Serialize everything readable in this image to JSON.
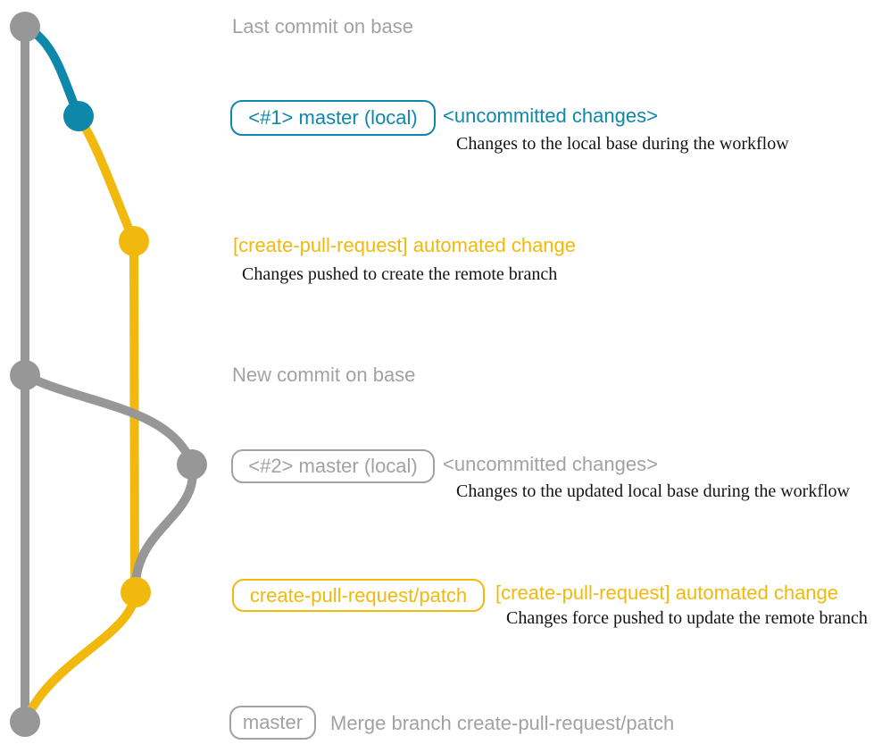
{
  "colors": {
    "base_gray": "#979797",
    "text_gray": "#a2a2a2",
    "teal": "#0f87aa",
    "yellow": "#f1b90d",
    "detail_black": "#141414"
  },
  "labels": {
    "last_commit": "Last commit on base",
    "new_commit": "New commit on base"
  },
  "commit1": {
    "tag": "<#1> master (local)",
    "message": "<uncommitted changes>",
    "detail": "Changes to the local base during the workflow"
  },
  "commit2": {
    "message": "[create-pull-request] automated change",
    "detail": "Changes pushed to create the remote branch"
  },
  "commit3": {
    "tag": "<#2> master (local)",
    "message": "<uncommitted changes>",
    "detail": "Changes to the updated local base during the workflow"
  },
  "commit4": {
    "tag": "create-pull-request/patch",
    "message": "[create-pull-request] automated change",
    "detail": "Changes force pushed to update the remote branch"
  },
  "merge": {
    "tag": "master",
    "message": "Merge branch create-pull-request/patch"
  },
  "graph": {
    "branches": [
      {
        "name": "base",
        "color": "gray"
      },
      {
        "name": "master (local)",
        "color": "teal"
      },
      {
        "name": "create-pull-request/patch",
        "color": "yellow"
      }
    ],
    "nodes": [
      {
        "id": "base-tip",
        "branch": "base",
        "color": "gray",
        "annotation": "Last commit on base"
      },
      {
        "id": "local-uncommitted-1",
        "branch": "master (local)",
        "color": "teal",
        "annotation": "<uncommitted changes>"
      },
      {
        "id": "patch-commit-1",
        "branch": "create-pull-request/patch",
        "color": "yellow",
        "annotation": "[create-pull-request] automated change"
      },
      {
        "id": "base-new-commit",
        "branch": "base",
        "color": "gray",
        "annotation": "New commit on base"
      },
      {
        "id": "local-uncommitted-2",
        "branch": "master (local)",
        "color": "gray",
        "annotation": "<uncommitted changes>"
      },
      {
        "id": "patch-commit-2",
        "branch": "create-pull-request/patch",
        "color": "yellow",
        "annotation": "[create-pull-request] automated change"
      },
      {
        "id": "merge-commit",
        "branch": "base",
        "color": "gray",
        "annotation": "Merge branch create-pull-request/patch"
      }
    ]
  }
}
